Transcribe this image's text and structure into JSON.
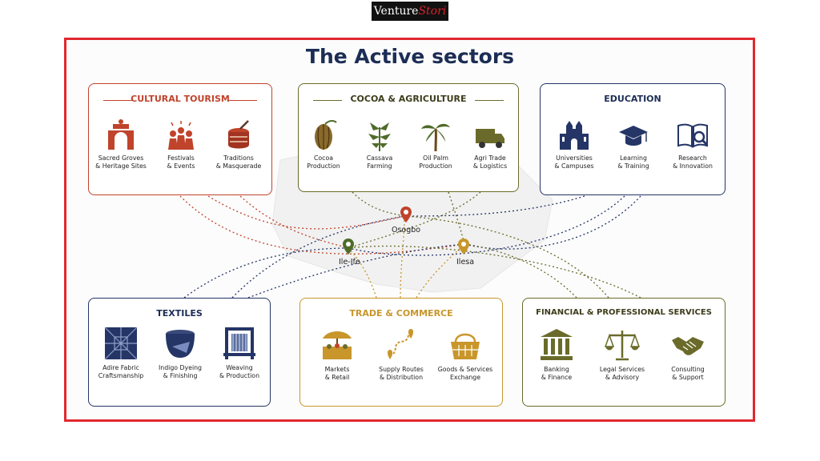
{
  "brand": {
    "part1": "Venture",
    "part2": "Stori"
  },
  "title": "The Active sectors",
  "cities": [
    "Osogbo",
    "Ile-Ife",
    "Ilesa"
  ],
  "colors": {
    "frame": "#e1282f",
    "tourism": "#c0432b",
    "cocoa": "#6a6b2a",
    "education": "#243566",
    "textiles": "#243566",
    "trade": "#c8962b",
    "finance": "#6a6b2a"
  },
  "sectors": {
    "tourism": {
      "title": "CULTURAL TOURISM",
      "items": [
        {
          "label": "Sacred Groves\n& Heritage Sites",
          "icon": "heritage-arch-icon"
        },
        {
          "label": "Festivals\n& Events",
          "icon": "festival-icon"
        },
        {
          "label": "Traditions\n& Masquerade",
          "icon": "drum-icon"
        }
      ]
    },
    "cocoa": {
      "title": "COCOA & AGRICULTURE",
      "items": [
        {
          "label": "Cocoa\nProduction",
          "icon": "cocoa-pod-icon"
        },
        {
          "label": "Cassava\nFarming",
          "icon": "cassava-plant-icon"
        },
        {
          "label": "Oil Palm\nProduction",
          "icon": "palm-tree-icon"
        },
        {
          "label": "Agri Trade\n& Logistics",
          "icon": "truck-icon"
        }
      ]
    },
    "education": {
      "title": "EDUCATION",
      "items": [
        {
          "label": "Universities\n& Campuses",
          "icon": "university-icon"
        },
        {
          "label": "Learning\n& Training",
          "icon": "graduation-cap-icon"
        },
        {
          "label": "Research\n& Innovation",
          "icon": "book-search-icon"
        }
      ]
    },
    "textiles": {
      "title": "TEXTILES",
      "items": [
        {
          "label": "Adire Fabric\nCraftsmanship",
          "icon": "adire-fabric-icon"
        },
        {
          "label": "Indigo Dyeing\n& Finishing",
          "icon": "dye-pot-icon"
        },
        {
          "label": "Weaving\n& Production",
          "icon": "loom-icon"
        }
      ]
    },
    "trade": {
      "title": "TRADE & COMMERCE",
      "items": [
        {
          "label": "Markets\n& Retail",
          "icon": "market-stall-icon"
        },
        {
          "label": "Supply Routes\n& Distribution",
          "icon": "route-icon"
        },
        {
          "label": "Goods & Services\nExchange",
          "icon": "basket-icon"
        }
      ]
    },
    "finance": {
      "title": "FINANCIAL & PROFESSIONAL SERVICES",
      "items": [
        {
          "label": "Banking\n& Finance",
          "icon": "bank-icon"
        },
        {
          "label": "Legal Services\n& Advisory",
          "icon": "scales-icon"
        },
        {
          "label": "Consulting\n& Support",
          "icon": "handshake-icon"
        }
      ]
    }
  }
}
